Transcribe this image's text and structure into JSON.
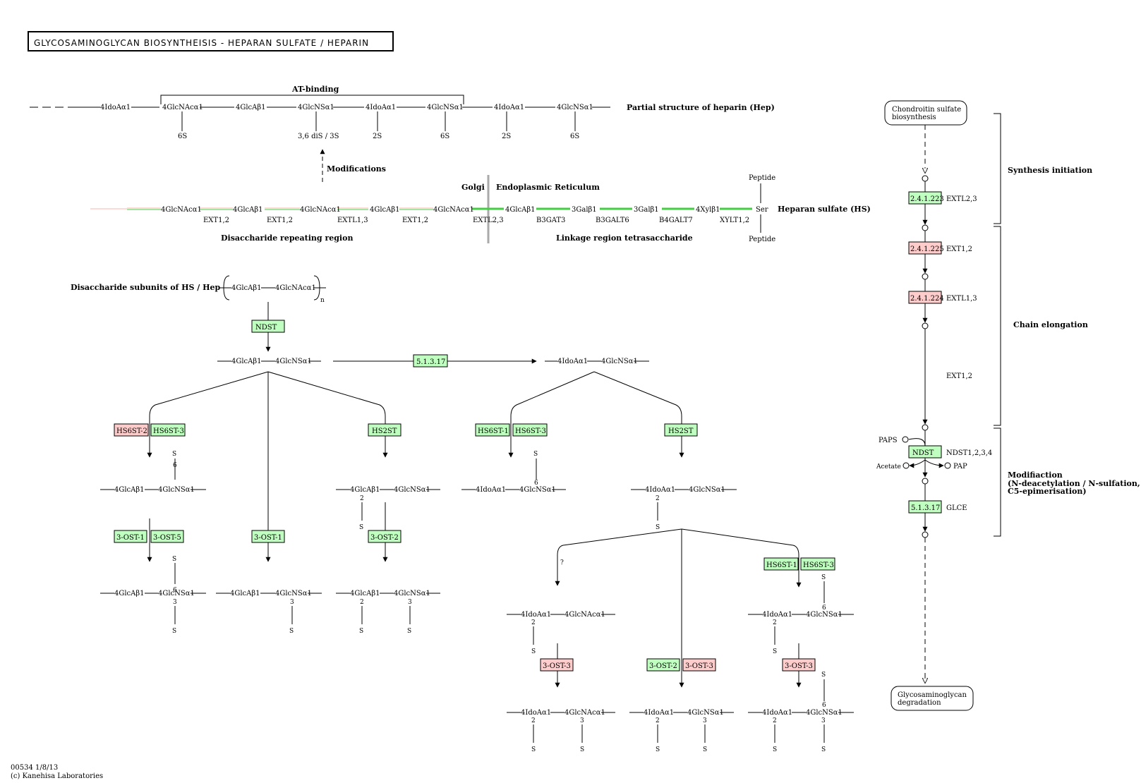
{
  "title": "GLYCOSAMINOGLYCAN BIOSYNTHEISIS - HEPARAN SULFATE / HEPARIN",
  "colors": {
    "enzyme_green": "#bfffbf",
    "enzyme_pink": "#ffcccc",
    "link_green": "#44cc44",
    "link_pink": "#ffb0b0",
    "border": "#000000"
  },
  "hep": {
    "at_binding": "AT-binding",
    "label": "Partial structure of heparin (Hep)",
    "units": [
      "4IdoAα1",
      "4GlcNAcα1",
      "4GlcAβ1",
      "4GlcNSα1",
      "4IdoAα1",
      "4GlcNSα1",
      "4IdoAα1",
      "4GlcNSα1"
    ],
    "subs": [
      "6S",
      "3,6 diS / 3S",
      "2S",
      "6S",
      "2S",
      "6S"
    ],
    "modifications": "Modifications"
  },
  "hs": {
    "golgi": "Golgi",
    "er": "Endoplasmic Reticulum",
    "units": [
      "4GlcNAcα1",
      "4GlcAβ1",
      "4GlcNAcα1",
      "4GlcAβ1",
      "4GlcNAcα1",
      "4GlcAβ1",
      "3Galβ1",
      "3Galβ1",
      "4Xylβ1",
      "Ser"
    ],
    "enzymes": [
      "EXT1,2",
      "EXT1,2",
      "EXTL1,3",
      "EXT1,2",
      "EXTL2,3",
      "B3GAT3",
      "B3GALT6",
      "B4GALT7",
      "XYLT1,2"
    ],
    "peptide_top": "Peptide",
    "peptide_bottom": "Peptide",
    "label": "Heparan sulfate (HS)",
    "region1": "Disaccharide repeating region",
    "region2": "Linkage region tetrasaccharide"
  },
  "subunit_label": "Disaccharide subunits of HS / Hep",
  "subunit": [
    "4GlcAβ1",
    "4GlcNAcα1"
  ],
  "subunit_n": "n",
  "enzymes": {
    "ndst": "NDST",
    "ec_51317": "5.1.3.17",
    "hs6st2": "HS6ST-2",
    "hs6st3": "HS6ST-3",
    "hs6st1": "HS6ST-1",
    "hs2st": "HS2ST",
    "ost1": "3-OST-1",
    "ost2": "3-OST-2",
    "ost3": "3-OST-3",
    "ost5": "3-OST-5"
  },
  "sugars": {
    "glca": "4GlcAβ1",
    "glcns": "4GlcNSα1",
    "idoa": "4IdoAα1",
    "glcnac": "4GlcNAcα1",
    "s": "S",
    "n2": "2",
    "n3": "3",
    "n6": "6",
    "q": "?"
  },
  "right": {
    "chondroitin": [
      "Chondroitin sulfate",
      "biosynthesis"
    ],
    "ec1": "2.4.1.223",
    "g1": "EXTL2,3",
    "ec2": "2.4.1.225",
    "g2": "EXT1,2",
    "ec3": "2.4.1.224",
    "g3": "EXTL1,3",
    "g4": "EXT1,2",
    "paps": "PAPS",
    "ndst": "NDST",
    "g5": "NDST1,2,3,4",
    "acetate": "Acetate",
    "pap": "PAP",
    "ec4": "5.1.3.17",
    "g6": "GLCE",
    "degradation": [
      "Glycosaminoglycan",
      "degradation"
    ],
    "phase1": "Synthesis initiation",
    "phase2": "Chain elongation",
    "phase3": [
      "Modifiaction",
      "(N-deacetylation / N-sulfation,",
      "C5-epimerisation)"
    ]
  },
  "footer": [
    "00534 1/8/13",
    "(c) Kanehisa Laboratories"
  ]
}
